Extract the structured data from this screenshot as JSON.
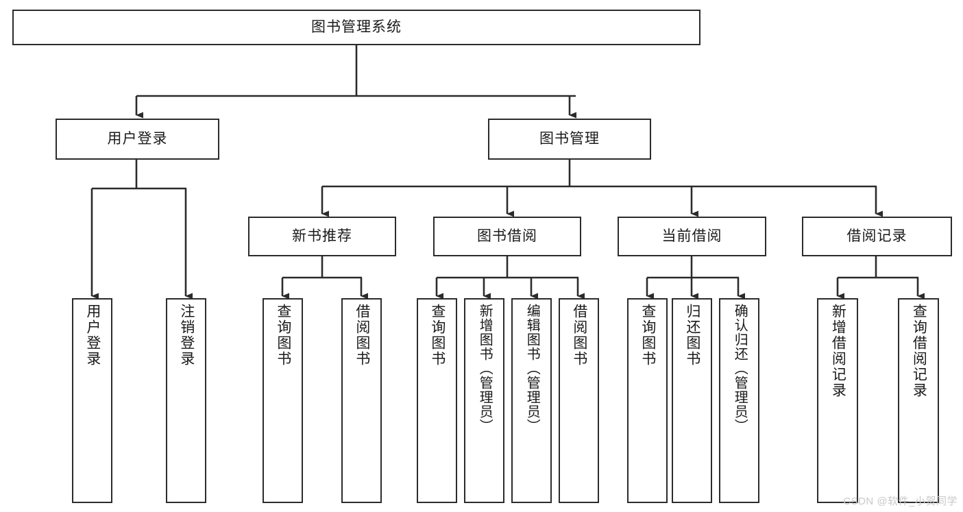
{
  "diagram": {
    "title": "图书管理系统",
    "type": "功能结构图",
    "watermark": "CSDN @软件_小贺同学",
    "colors": {
      "box_border": "#2b2b2b",
      "box_fill": "#ffffff",
      "connector": "#2b2b2b",
      "text": "#1a1a1a",
      "watermark": "#c9c9c9",
      "background": "#ffffff"
    },
    "root": {
      "label": "图书管理系统",
      "orientation": "horizontal"
    },
    "level1": [
      {
        "label": "用户登录",
        "orientation": "horizontal"
      },
      {
        "label": "图书管理",
        "orientation": "horizontal"
      }
    ],
    "level2": [
      {
        "label": "新书推荐",
        "orientation": "horizontal",
        "parent": "图书管理"
      },
      {
        "label": "图书借阅",
        "orientation": "horizontal",
        "parent": "图书管理"
      },
      {
        "label": "当前借阅",
        "orientation": "horizontal",
        "parent": "图书管理"
      },
      {
        "label": "借阅记录",
        "orientation": "horizontal",
        "parent": "图书管理"
      }
    ],
    "leaves": {
      "user_login": [
        {
          "label": "用户登录",
          "orientation": "vertical"
        },
        {
          "label": "注销登录",
          "orientation": "vertical"
        }
      ],
      "new_book_recommend": [
        {
          "label": "查询图书",
          "orientation": "vertical"
        },
        {
          "label": "借阅图书",
          "orientation": "vertical"
        }
      ],
      "book_borrow": [
        {
          "label": "查询图书",
          "orientation": "vertical"
        },
        {
          "label": "新增图书（管理员）",
          "orientation": "vertical"
        },
        {
          "label": "编辑图书（管理员）",
          "orientation": "vertical"
        },
        {
          "label": "借阅图书",
          "orientation": "vertical"
        }
      ],
      "current_borrow": [
        {
          "label": "查询图书",
          "orientation": "vertical"
        },
        {
          "label": "归还图书",
          "orientation": "vertical"
        },
        {
          "label": "确认归还（管理员）",
          "orientation": "vertical"
        }
      ],
      "borrow_record": [
        {
          "label": "新增借阅记录",
          "orientation": "vertical"
        },
        {
          "label": "查询借阅记录",
          "orientation": "vertical"
        }
      ]
    }
  }
}
